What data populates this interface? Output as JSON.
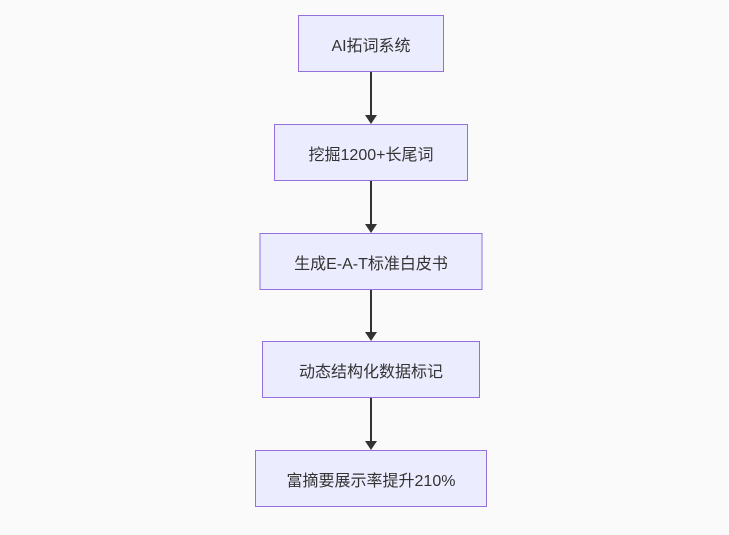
{
  "diagram": {
    "type": "flowchart",
    "direction": "top-down",
    "nodes": [
      {
        "id": "A",
        "label": "AI拓词系统"
      },
      {
        "id": "B",
        "label": "挖掘1200+长尾词"
      },
      {
        "id": "C",
        "label": "生成E-A-T标准白皮书"
      },
      {
        "id": "D",
        "label": "动态结构化数据标记"
      },
      {
        "id": "E",
        "label": "富摘要展示率提升210%"
      }
    ],
    "edges": [
      {
        "from": "A",
        "to": "B"
      },
      {
        "from": "B",
        "to": "C"
      },
      {
        "from": "C",
        "to": "D"
      },
      {
        "from": "D",
        "to": "E"
      }
    ],
    "colors": {
      "background": "#fafafa",
      "node_fill": "#ECECFF",
      "node_border": "#9370DB",
      "arrow": "#333333",
      "text": "#333333"
    }
  }
}
